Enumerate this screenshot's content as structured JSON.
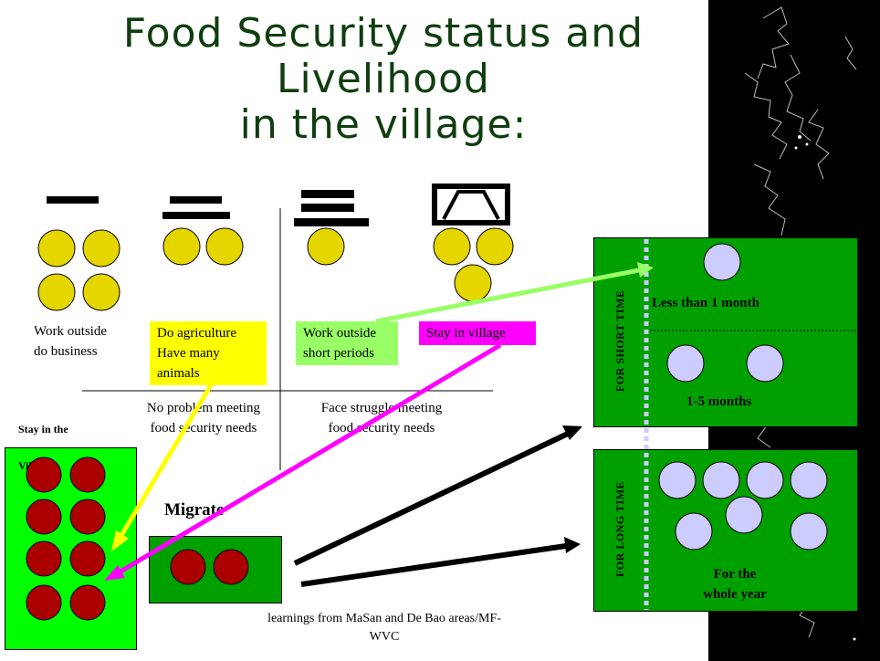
{
  "title_lines": [
    "Food Security status and",
    "Livelihood",
    "in the village:"
  ],
  "labels": {
    "col1": [
      "Work outside",
      "do business"
    ],
    "col2": [
      "Do agriculture",
      "Have many",
      "animals"
    ],
    "col3": [
      "Work outside",
      "short periods"
    ],
    "col4": "Stay in village",
    "left_caption": [
      "No problem meeting",
      "food security needs"
    ],
    "right_caption": [
      "Face struggle meeting",
      "food security needs"
    ],
    "stay_village": [
      "Stay in the",
      "Village"
    ],
    "migrate": "Migrate",
    "footer": [
      "learnings from MaSan and De Bao areas/MF-",
      "WVC"
    ]
  },
  "short_panel": {
    "side": "FOR SHORT TIME",
    "row1": "Less than 1 month",
    "row2": "1-5 months"
  },
  "long_panel": {
    "side": "FOR LONG TIME",
    "label": [
      "For the",
      "whole year"
    ]
  },
  "colors": {
    "title": "#0f3d0f",
    "panel_green": "#00a000",
    "bright_green": "#00ff00",
    "yellow": "#ffff00",
    "magenta": "#ff00ff",
    "light_green": "#99ff66",
    "gold_circle": "#e6d600",
    "red_circle": "#aa0000",
    "lavender_circle": "#ccccff"
  }
}
